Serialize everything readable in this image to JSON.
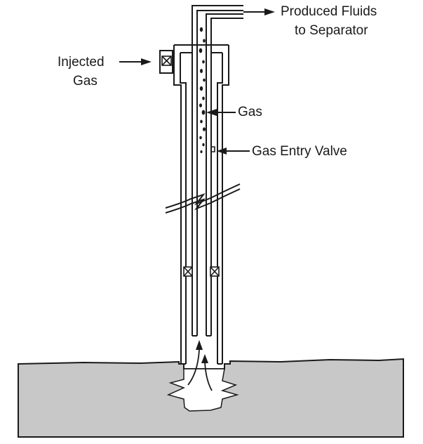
{
  "labels": {
    "produced_line1": "Produced Fluids",
    "produced_line2": "to Separator",
    "injected_line1": "Injected",
    "injected_line2": "Gas",
    "gas": "Gas",
    "gas_entry_valve": "Gas Entry Valve"
  },
  "colors": {
    "ink": "#1a1a1a",
    "formation": "#c8c8c8",
    "background": "#ffffff"
  },
  "icons": [
    "arrow-right-icon",
    "arrow-left-icon",
    "valve-x-icon",
    "packer-x-icon",
    "flow-arrow-icon"
  ]
}
